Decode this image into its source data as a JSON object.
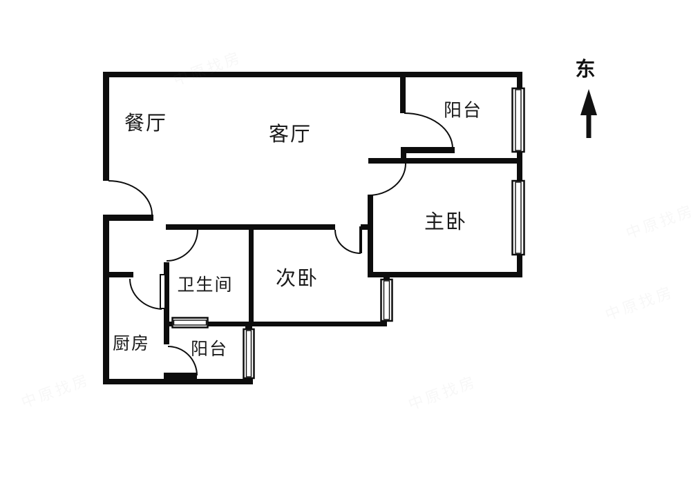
{
  "floorplan": {
    "rooms": {
      "dining": {
        "label": "餐厅"
      },
      "living": {
        "label": "客厅"
      },
      "balcony_upper": {
        "label": "阳台"
      },
      "master_bedroom": {
        "label": "主卧"
      },
      "second_bedroom": {
        "label": "次卧"
      },
      "bathroom": {
        "label": "卫生间"
      },
      "kitchen": {
        "label": "厨房"
      },
      "balcony_lower": {
        "label": "阳台"
      }
    },
    "compass": {
      "direction_label": "东"
    },
    "colors": {
      "wall": "#0d0d0d",
      "background": "#ffffff"
    },
    "watermark": {
      "text": "中原找房"
    }
  }
}
